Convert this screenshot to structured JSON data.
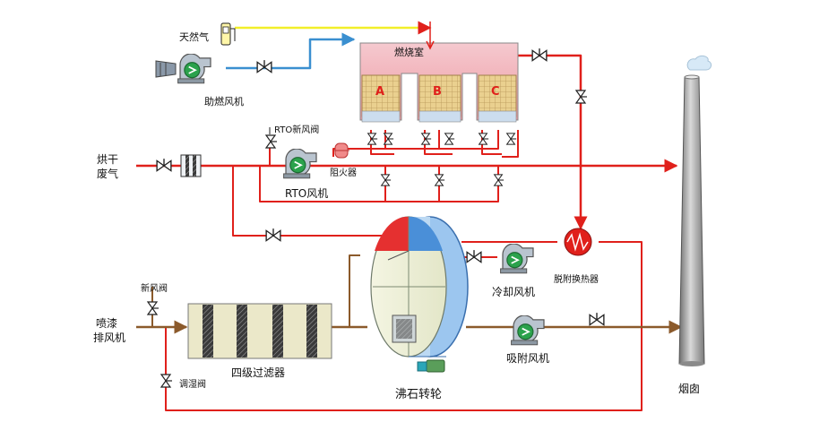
{
  "labels": {
    "natural_gas": "天然气",
    "combustion_fan": "助燃风机",
    "combustion_chamber": "燃烧室",
    "chamber_a": "A",
    "chamber_b": "B",
    "chamber_c": "C",
    "rto_fresh_air_valve": "RTO新风阀",
    "flame_arrester": "阻火器",
    "rto_fan": "RTO风机",
    "drying_exhaust_1": "烘干",
    "drying_exhaust_2": "废气",
    "spray_exhaust_1": "喷漆",
    "spray_exhaust_2": "排风机",
    "fresh_air_valve": "新风阀",
    "humidity_valve": "调湿阀",
    "filter_4stage": "四级过滤器",
    "zeolite_rotor": "沸石转轮",
    "cooling_fan": "冷却风机",
    "desorption_heat_exchanger": "脱附换热器",
    "adsorption_fan": "吸附风机",
    "chimney": "烟囱"
  },
  "colors": {
    "hot_pipe": "#e0201b",
    "exhaust_pipe": "#8b5a2b",
    "gas_pipe": "#f2ef2a",
    "air_pipe": "#3a8fd0",
    "chamber_top": "#f2b7bd",
    "chamber_bed": "#e9c888",
    "rotor_blue": "#4a8fd8",
    "rotor_red": "#e53030"
  }
}
